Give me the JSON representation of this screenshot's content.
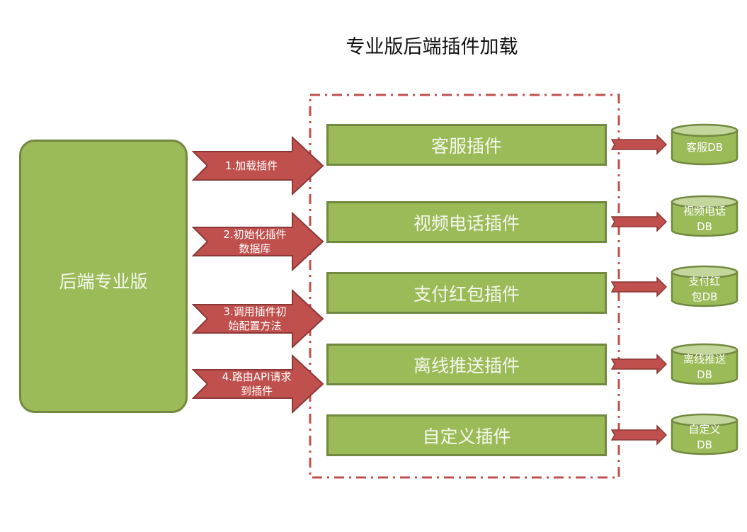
{
  "title": "专业版后端插件加载",
  "colors": {
    "green_fill": "#9bbb59",
    "green_border": "#71893f",
    "red_fill": "#c0504d",
    "red_border": "#8c3836",
    "dash_border": "#c0504d"
  },
  "backend": {
    "label": "后端专业版"
  },
  "steps": [
    {
      "line1": "1.加载插件",
      "line2": ""
    },
    {
      "line1": "2.初始化插件",
      "line2": "数据库"
    },
    {
      "line1": "3.调用插件初",
      "line2": "始配置方法"
    },
    {
      "line1": "4.路由API请求",
      "line2": "到插件"
    }
  ],
  "plugins": [
    {
      "label": "客服插件",
      "db_line1": "客服DB",
      "db_line2": ""
    },
    {
      "label": "视频电话插件",
      "db_line1": "视频电话",
      "db_line2": "DB"
    },
    {
      "label": "支付红包插件",
      "db_line1": "支付红",
      "db_line2": "包DB"
    },
    {
      "label": "离线推送插件",
      "db_line1": "离线推送",
      "db_line2": "DB"
    },
    {
      "label": "自定义插件",
      "db_line1": "自定义",
      "db_line2": "DB"
    }
  ]
}
